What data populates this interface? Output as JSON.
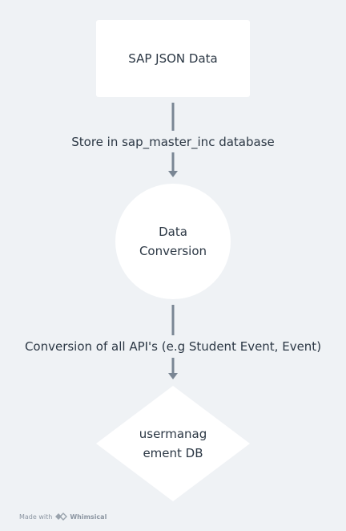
{
  "diagram": {
    "source_node": {
      "label": "SAP JSON Data"
    },
    "edge_1": {
      "label": "Store in sap_master_inc database"
    },
    "process_node": {
      "line1": "Data",
      "line2": "Conversion"
    },
    "edge_2": {
      "label": "Conversion of all API's (e.g Student Event, Event)"
    },
    "decision_node": {
      "line1": "usermanag",
      "line2": "ement DB"
    }
  },
  "footer": {
    "made_with": "Made with",
    "brand": "Whimsical"
  },
  "colors": {
    "background": "#eff2f5",
    "node_fill": "#ffffff",
    "connector": "#7a8694",
    "text": "#2b3744"
  }
}
